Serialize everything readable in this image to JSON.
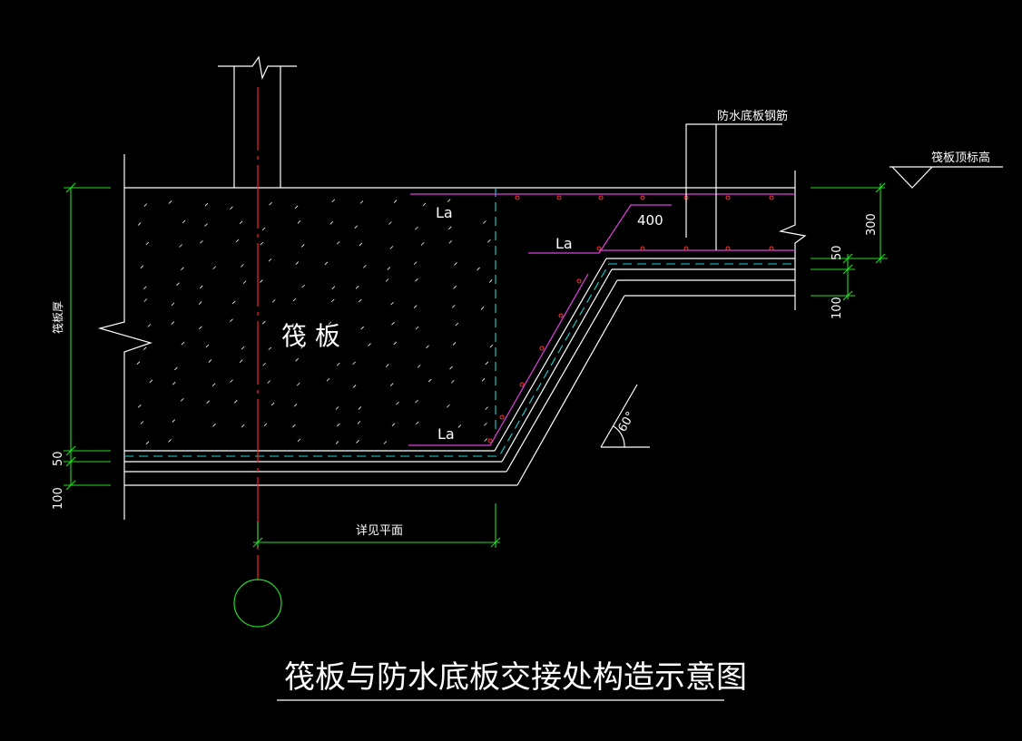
{
  "title": "筏板与防水底板交接处构造示意图",
  "labels": {
    "raft": "筏 板",
    "waterproof_rebar": "防水底板钢筋",
    "raft_top_elevation": "筏板顶标高",
    "raft_thickness": "筏板厚",
    "see_plan": "详见平面",
    "la_top": "La",
    "la_mid": "La",
    "la_bottom": "La",
    "dim_400": "400",
    "dim_300": "300",
    "dim_50_right": "50",
    "dim_100_right": "100",
    "dim_50_left": "50",
    "dim_100_left": "100",
    "angle": "60°"
  },
  "colors": {
    "background": "#000000",
    "concrete_lines": "#ffffff",
    "dimension": "#22dd22",
    "axis": "#ff2020",
    "rebar": "#e040e0",
    "waterproof_layer": "#20d0d0"
  }
}
